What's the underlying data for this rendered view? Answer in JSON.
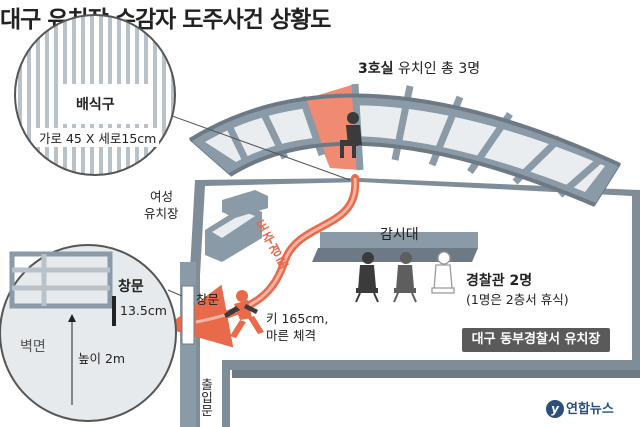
{
  "title": "대구 유치장 수감자 도주사건 상황도",
  "cell3": {
    "label_bold": "3호실",
    "label_rest": " 유치인 총 3명"
  },
  "feeding_slot": {
    "name": "배식구",
    "size": "가로 45 X 세로15cm"
  },
  "female_cell": [
    "여성",
    "유치장"
  ],
  "monitor_desk": "감시대",
  "police": {
    "count": "경찰관 2명",
    "note": "(1명은 2층서 휴식)"
  },
  "window": {
    "name": "창문",
    "height": "13.5cm"
  },
  "window_main": "창문",
  "wall": "벽면",
  "height_label": "높이 2m",
  "escape_route": "도주경로",
  "suspect": [
    "키 165cm,",
    "마른 체격"
  ],
  "exit": "출입문",
  "station_badge": "대구 동부경찰서 유치장",
  "credit": "연합뉴스",
  "colors": {
    "accent": "#e86a4a",
    "structure": "#8a9aa6",
    "badge": "#5a5a5a"
  }
}
